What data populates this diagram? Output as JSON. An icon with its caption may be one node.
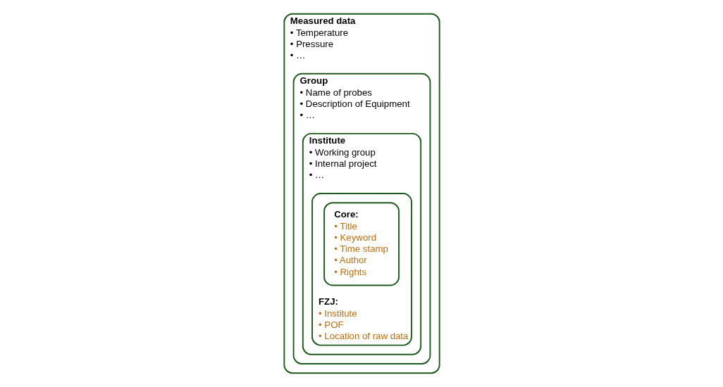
{
  "diagram": {
    "nodes": [
      {
        "text": [
          "Measured data",
          "• Temperature",
          "• Pressure",
          "• …"
        ]
      },
      {
        "text": [
          "Group",
          "• Name of probes",
          "• Description of Equipment",
          "• …"
        ],
        "in": 0
      },
      {
        "text": [
          "Institute",
          "• Working group",
          "• Internal project",
          "• …"
        ],
        "in": 1
      },
      {
        "text": [
          "FZJ:",
          "• Institute",
          "• POF",
          "• Location of raw data"
        ],
        "in": 2
      },
      {
        "text": [
          "Core:",
          "• Title",
          "• Keyword",
          "• Time stamp",
          "• Author",
          "• Rights"
        ],
        "in": 3
      }
    ],
    "edges": []
  }
}
